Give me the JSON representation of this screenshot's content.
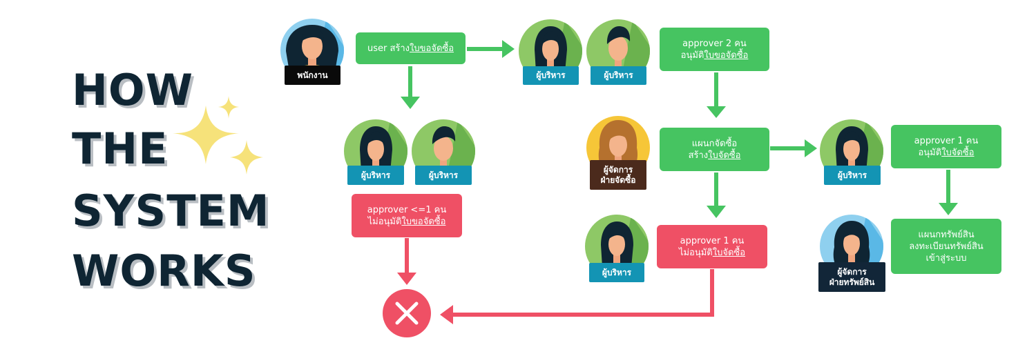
{
  "title": {
    "lines": [
      "HOW",
      "THE",
      "SYSTEM",
      "WORKS"
    ]
  },
  "roles": {
    "employee": "พนักงาน",
    "manager": "ผู้บริหาร",
    "purchasing_manager": [
      "ผู้จัดการ",
      "ฝ่ายจัดซื้อ"
    ],
    "asset_manager": [
      "ผู้จัดการ",
      "ฝ่ายทรัพย์สิน"
    ]
  },
  "steps": {
    "user_create": {
      "prefix": "user สร้าง",
      "link": "ใบขอจัดซื้อ"
    },
    "approver2": {
      "line1": "approver 2 คน",
      "prefix": "อนุมัติ",
      "link": "ใบขอจัดซื้อ"
    },
    "reject_request": {
      "line1": "approver <=1 คน",
      "prefix": "ไม่อนุมัติ",
      "link": "ใบขอจัดซื้อ"
    },
    "purchasing_create": {
      "line1": "แผนกจัดซื้อ",
      "prefix": "สร้าง",
      "link": "ใบจัดซื้อ"
    },
    "reject_order": {
      "line1": "approver 1 คน",
      "prefix": "ไม่อนุมัติ",
      "link": "ใบจัดซื้อ"
    },
    "approve_order": {
      "line1": "approver 1 คน",
      "prefix": "อนุมัติ",
      "link": "ใบจัดซื้อ"
    },
    "asset_register": {
      "lines": [
        "แผนกทรัพย์สิน",
        "ลงทะเบียนทรัพย์สิน",
        "เข้าสู่ระบบ"
      ]
    }
  },
  "colors": {
    "green": "#46c461",
    "red": "#ef5065",
    "teal_tag": "#1394b4",
    "title": "#0f2533",
    "star": "#f6e27a"
  },
  "icons": [
    "sparkle-icon",
    "reject-x-icon",
    "arrow-icon",
    "person-avatar-icon"
  ]
}
